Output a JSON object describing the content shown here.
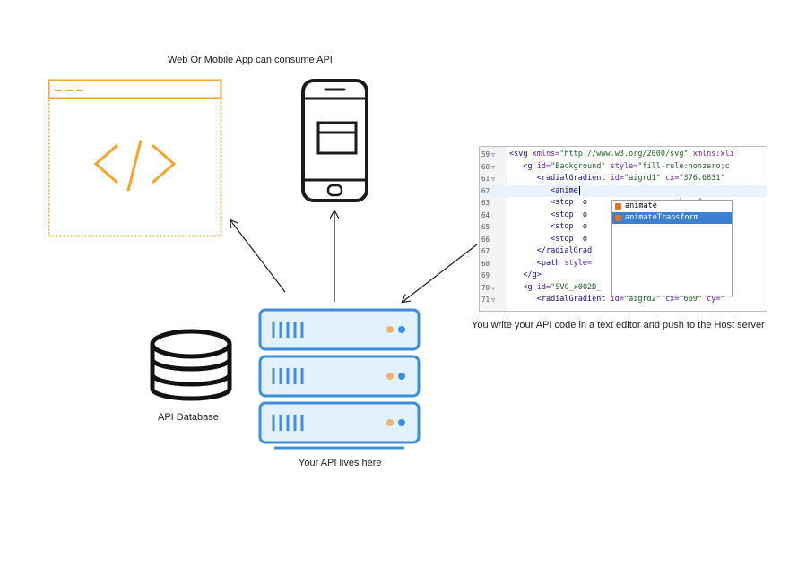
{
  "labels": {
    "web_mobile": "Web Or Mobile App can consume API",
    "editor_caption": "You write your API code in a text editor and push to the Host server",
    "database": "API Database",
    "server": "Your API lives here"
  },
  "editor": {
    "lines": [
      {
        "num": "59",
        "fold": true,
        "segments": [
          [
            "tag",
            "<svg "
          ],
          [
            "attr",
            "xmlns="
          ],
          [
            "str",
            "\"http://www.w3.org/2000/svg\""
          ],
          [
            "attr",
            " xmlns:xli"
          ]
        ]
      },
      {
        "num": "60",
        "fold": true,
        "segments": [
          [
            "plain",
            "   "
          ],
          [
            "tag",
            "<g "
          ],
          [
            "attr",
            "id="
          ],
          [
            "str",
            "\"Background\""
          ],
          [
            "attr",
            " style="
          ],
          [
            "str",
            "\"fill-rule:nonzero;c"
          ]
        ]
      },
      {
        "num": "61",
        "fold": true,
        "segments": [
          [
            "plain",
            "      "
          ],
          [
            "tag",
            "<radialGradient "
          ],
          [
            "attr",
            "id="
          ],
          [
            "str",
            "\"aigrd1\""
          ],
          [
            "attr",
            " cx="
          ],
          [
            "str",
            "\"376.6831\""
          ]
        ]
      },
      {
        "num": "62",
        "fold": false,
        "active": true,
        "segments": [
          [
            "plain",
            "         "
          ],
          [
            "tag",
            "<anime"
          ]
        ]
      },
      {
        "num": "63",
        "fold": false,
        "segments": [
          [
            "plain",
            "         "
          ],
          [
            "tag",
            "<stop  o"
          ],
          [
            "plain",
            "                   "
          ],
          [
            "attr",
            "olor:#"
          ]
        ]
      },
      {
        "num": "64",
        "fold": false,
        "segments": [
          [
            "plain",
            "         "
          ],
          [
            "tag",
            "<stop  o"
          ],
          [
            "plain",
            "                   "
          ],
          [
            "attr",
            "top-co"
          ]
        ]
      },
      {
        "num": "65",
        "fold": false,
        "segments": [
          [
            "plain",
            "         "
          ],
          [
            "tag",
            "<stop  o"
          ],
          [
            "plain",
            "                   "
          ],
          [
            "attr",
            "top-co"
          ]
        ]
      },
      {
        "num": "66",
        "fold": false,
        "segments": [
          [
            "plain",
            "         "
          ],
          [
            "tag",
            "<stop  o"
          ],
          [
            "plain",
            "                   "
          ],
          [
            "attr",
            "olor:#"
          ]
        ]
      },
      {
        "num": "67",
        "fold": false,
        "segments": [
          [
            "plain",
            "      "
          ],
          [
            "tag",
            "</radialGrad"
          ]
        ]
      },
      {
        "num": "68",
        "fold": false,
        "segments": [
          [
            "plain",
            "      "
          ],
          [
            "tag",
            "<path "
          ],
          [
            "attr",
            "style="
          ],
          [
            "plain",
            "                   "
          ],
          [
            "attr",
            "ke:non"
          ]
        ]
      },
      {
        "num": "69",
        "fold": false,
        "segments": [
          [
            "plain",
            "   "
          ],
          [
            "tag",
            "</g>"
          ]
        ]
      },
      {
        "num": "70",
        "fold": true,
        "segments": [
          [
            "plain",
            "   "
          ],
          [
            "tag",
            "<g "
          ],
          [
            "attr",
            "id="
          ],
          [
            "str",
            "\"SVG_x002D_"
          ],
          [
            "plain",
            "             "
          ],
          [
            "str",
            "\"fill"
          ]
        ]
      },
      {
        "num": "71",
        "fold": true,
        "segments": [
          [
            "plain",
            "      "
          ],
          [
            "tag",
            "<radialGradient "
          ],
          [
            "attr",
            "id="
          ],
          [
            "str",
            "\"aigrd2\""
          ],
          [
            "attr",
            " cx="
          ],
          [
            "str",
            "\"669\""
          ],
          [
            "attr",
            " cy="
          ],
          [
            "str",
            "\""
          ]
        ]
      }
    ],
    "autocomplete": [
      {
        "label": "animate",
        "selected": false
      },
      {
        "label": "animateTransform",
        "selected": true
      }
    ]
  },
  "colors": {
    "web_orange": "#f5a331",
    "server_blue": "#3d8fd9",
    "server_fill": "#e3f1fb",
    "dark": "#1b1b1b",
    "dot_orange": "#f5b26b"
  }
}
